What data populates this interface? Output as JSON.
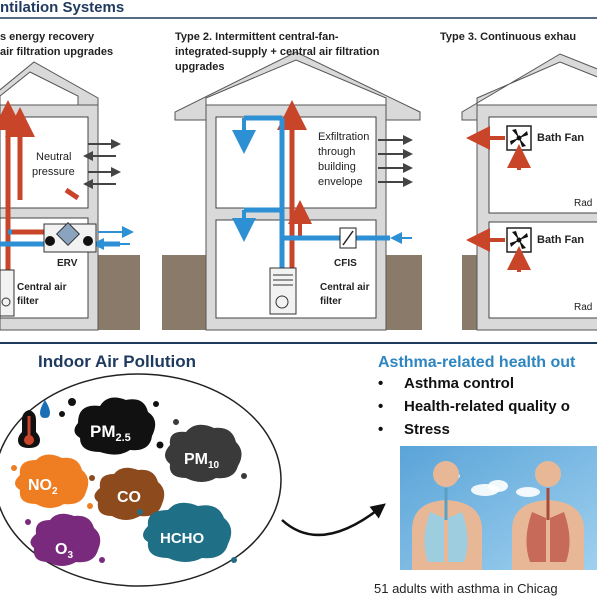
{
  "top_panel": {
    "title": "ntilation Systems",
    "type1": {
      "heading_line1": "s energy recovery",
      "heading_line2": " air filtration upgrades",
      "neutral_line1": "Neutral",
      "neutral_line2": "pressure",
      "erv_label": "ERV",
      "filter_line1": "Central air",
      "filter_line2": "filter"
    },
    "type2": {
      "heading_line1": "Type 2.  Intermittent central-fan-",
      "heading_line2": "integrated-supply + central air filtration",
      "heading_line3": "upgrades",
      "exfil_line1": "Exfiltration",
      "exfil_line2": "through",
      "exfil_line3": "building",
      "exfil_line4": "envelope",
      "cfis_label": "CFIS",
      "filter_line1": "Central air",
      "filter_line2": "filter"
    },
    "type3": {
      "heading": "Type 3.  Continuous exhau",
      "fan_upper": "Bath Fan",
      "fan_lower": "Bath Fan",
      "rad_upper": "Rad",
      "rad_lower": "Rad"
    }
  },
  "pollution": {
    "title": "Indoor Air Pollution",
    "pm25_base": "PM",
    "pm25_sub": "2.5",
    "pm10_base": "PM",
    "pm10_sub": "10",
    "no2_base": "NO",
    "no2_sub": "2",
    "co": "CO",
    "o3_base": "O",
    "o3_sub": "3",
    "hcho": "HCHO"
  },
  "outcomes": {
    "title": "Asthma-related health out",
    "items": [
      "Asthma control",
      "Health-related quality o",
      "Stress"
    ],
    "caption": "51 adults with asthma in Chicag"
  },
  "colors": {
    "panel_blue": "#1f3a5f",
    "duct_red": "#c8452a",
    "duct_blue": "#2d8fd4",
    "outcome_blue": "#2e86c1",
    "no2_orange": "#ef7d22",
    "co_brown": "#8c4a1d",
    "o3_purple": "#7a2a7c",
    "hcho_teal": "#1f6f86"
  }
}
